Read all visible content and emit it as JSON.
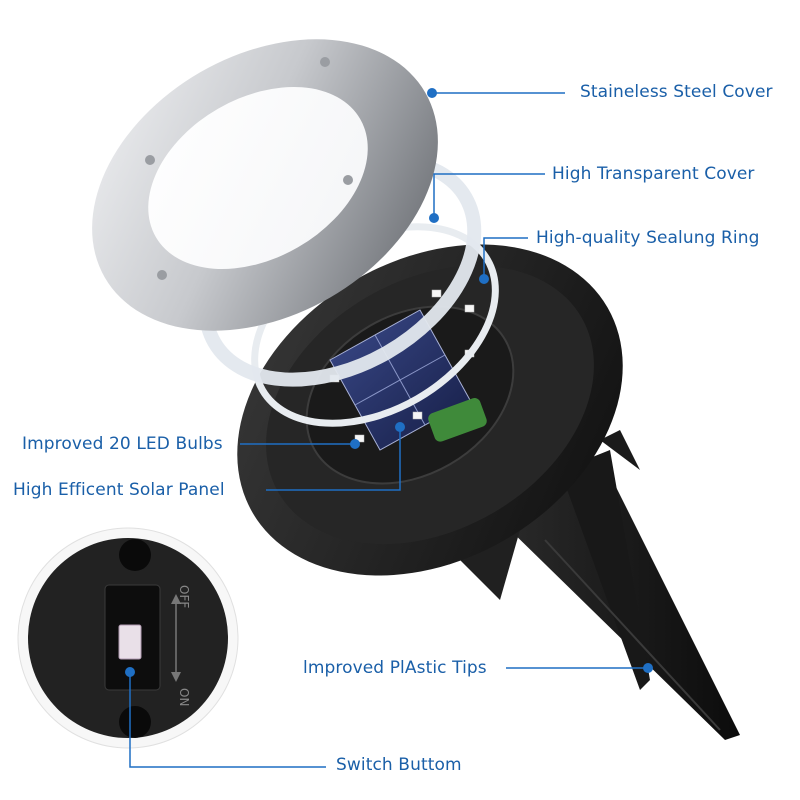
{
  "callouts": {
    "steel_cover": "Staineless Steel Cover",
    "transparent_cover": "High Transparent Cover",
    "sealing_ring": "High-quality Sealung Ring",
    "led_bulbs": "Improved 20 LED Bulbs",
    "solar_panel": "High Efficent Solar Panel",
    "plastic_tips": "lmproved PlAstic Tips",
    "switch_button": "Switch Buttom"
  },
  "switch": {
    "on_label": "ON",
    "off_label": "OFF"
  },
  "colors": {
    "callout_text": "#1a5fa8",
    "callout_line": "#1f6fc4",
    "steel": "#c9cbcf",
    "body": "#1b1b1b"
  }
}
